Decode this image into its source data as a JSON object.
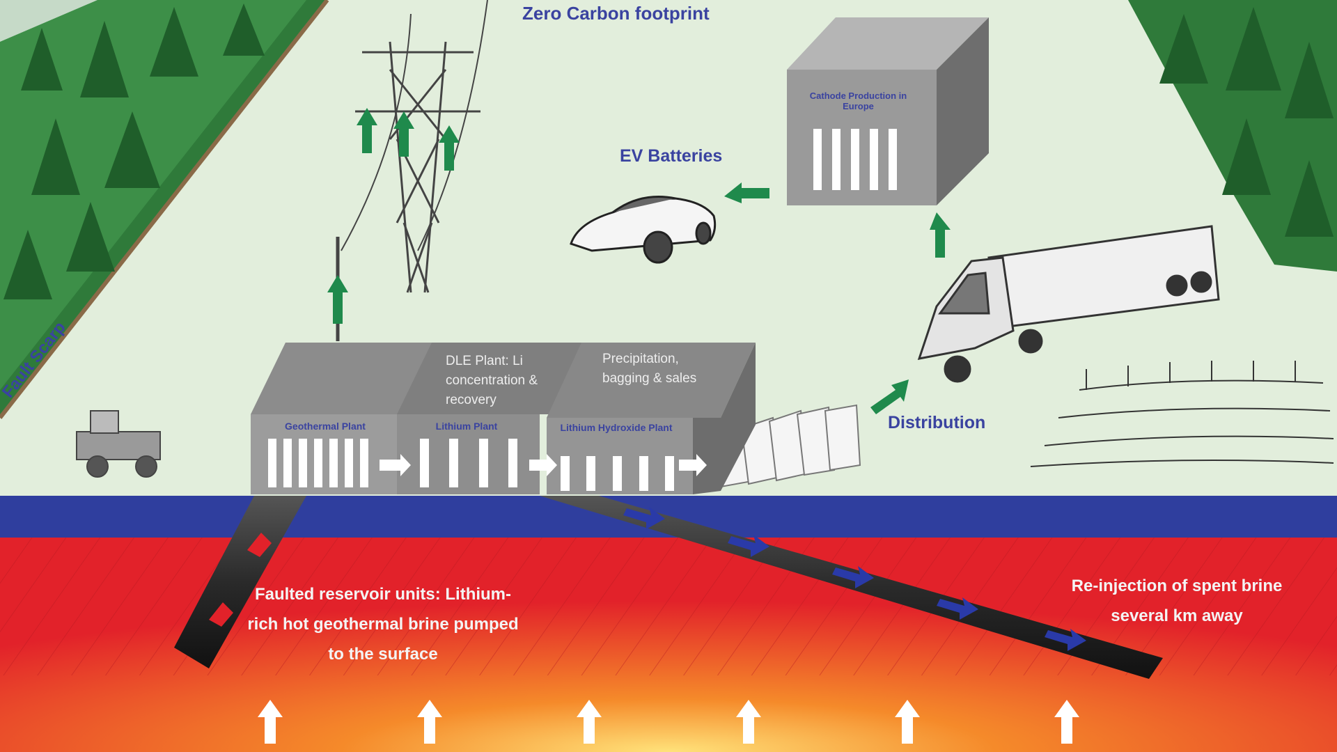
{
  "labels": {
    "zero_carbon": "Zero Carbon footprint",
    "ev_batteries": "EV Batteries",
    "cathode": "Cathode Production in Europe",
    "distribution": "Distribution",
    "fault_scarp": "Fault Scarp",
    "geothermal_plant": "Geothermal Plant",
    "lithium_plant": "Lithium Plant",
    "lithium_hydroxide_plant": "Lithium Hydroxide Plant",
    "dle_plant": "DLE Plant: Li concentration & recovery",
    "precipitation": "Precipitation, bagging & sales",
    "reservoir": "Faulted reservoir units: Lithium-rich hot geothermal brine pumped to the surface",
    "reinjection": "Re-injection of spent brine several km away"
  },
  "colors": {
    "sky": "#e2eedc",
    "water_band": "#2f3e9e",
    "reservoir_red": "#e2222a",
    "arrow_green": "#1f8a4c",
    "arrow_blue": "#2a3aa8",
    "label_blue": "#3a43a0",
    "building_grey": "#8a8a8a"
  },
  "icons": [
    "tree-icon",
    "pylon-icon",
    "car-icon",
    "truck-icon",
    "factory-icon",
    "bags-icon",
    "vineyard-icon",
    "tractor-icon",
    "flow-arrow-icon",
    "heat-arrow-icon"
  ]
}
